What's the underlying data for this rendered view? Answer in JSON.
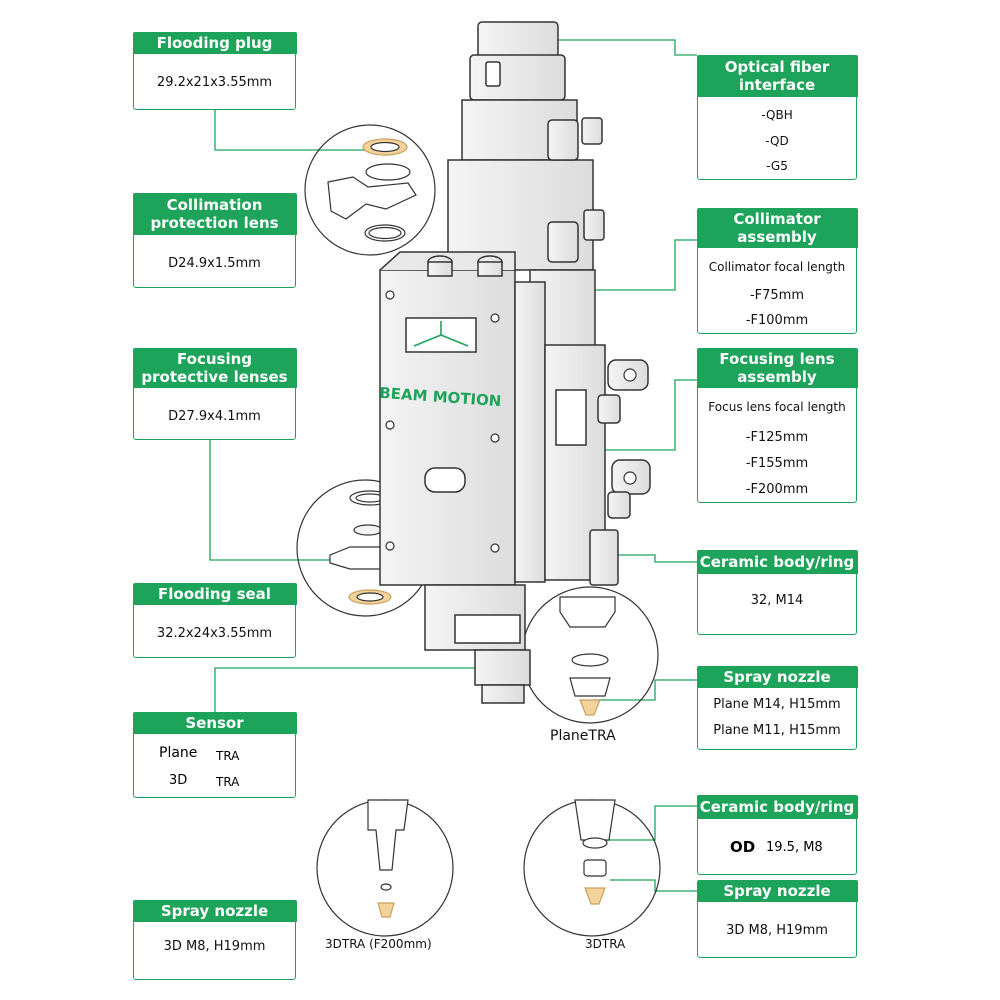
{
  "cards": {
    "flooding_plug": {
      "title": "Flooding plug",
      "value": "29.2x21x3.55mm"
    },
    "collimation_lens": {
      "title_lines": [
        "Collimation",
        "protection lens"
      ],
      "value": "D24.9x1.5mm"
    },
    "focusing_protective": {
      "title_lines": [
        "Focusing",
        "protective lenses"
      ],
      "value": "D27.9x4.1mm"
    },
    "flooding_seal": {
      "title": "Flooding seal",
      "value": "32.2x24x3.55mm"
    },
    "sensor": {
      "title": "Sensor",
      "rows": [
        {
          "a": "Plane",
          "b": "TRA"
        },
        {
          "a": "3D",
          "b": "TRA"
        }
      ]
    },
    "spray_nozzle_3d_left": {
      "title": "Spray nozzle",
      "value": "3D  M8, H19mm"
    },
    "optical_fiber": {
      "title_lines": [
        "Optical fiber",
        "interface"
      ],
      "items": [
        "-QBH",
        "-QD",
        "-G5"
      ]
    },
    "collimator": {
      "title_lines": [
        "Collimator",
        "assembly"
      ],
      "subtitle": "Collimator focal length",
      "items": [
        "-F75mm",
        "-F100mm"
      ]
    },
    "focusing_lens": {
      "title_lines": [
        "Focusing lens",
        "assembly"
      ],
      "subtitle": "Focus lens focal length",
      "items": [
        "-F125mm",
        "-F155mm",
        "-F200mm"
      ]
    },
    "ceramic_ring_1": {
      "title": "Ceramic body/ring",
      "value": "32, M14"
    },
    "spray_nozzle_plane": {
      "title": "Spray nozzle",
      "items": [
        "Plane M14, H15mm",
        "Plane M11, H15mm"
      ]
    },
    "ceramic_ring_2": {
      "title": "Ceramic body/ring",
      "od": "OD",
      "value": "19.5, M8"
    },
    "spray_nozzle_3d_right": {
      "title": "Spray nozzle",
      "value": "3D  M8, H19mm"
    }
  },
  "captions": {
    "plane_tra": "PlaneTRA",
    "tra_3d_f200": "3DTRA (F200mm)",
    "tra_3d": "3DTRA"
  },
  "head_label": "BEAM MOTION",
  "colors": {
    "accent": "#1ea35a",
    "line": "#1ea35a",
    "device_stroke": "#333333"
  }
}
